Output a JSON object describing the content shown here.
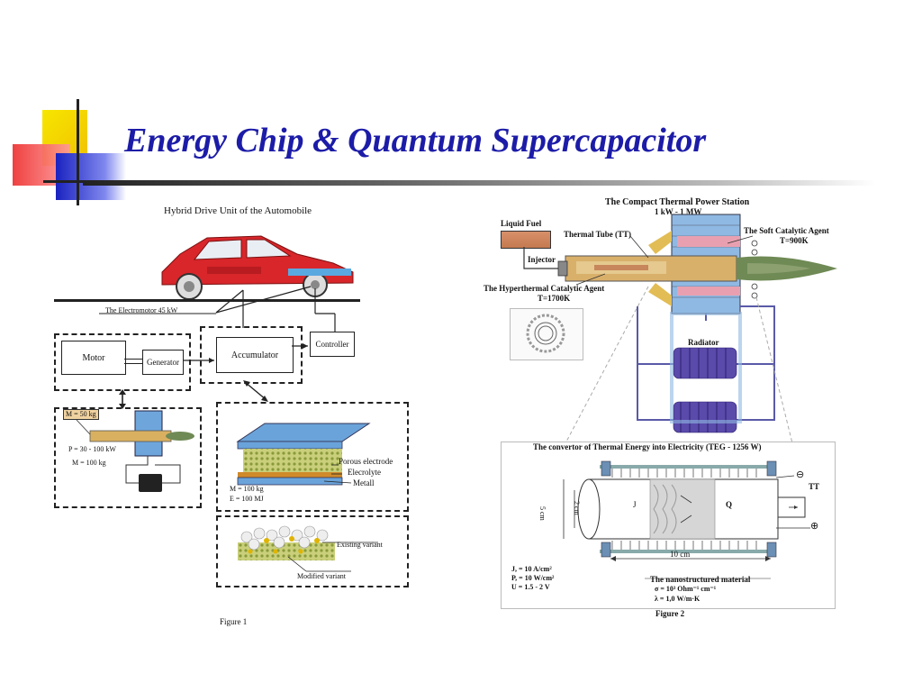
{
  "slide": {
    "title": "Energy Chip & Quantum Supercapacitor"
  },
  "figure1": {
    "heading": "Hybrid Drive Unit of the Automobile",
    "electromotor": "The Electromotor 45 kW",
    "motor": "Motor",
    "generator": "Generator",
    "accumulator": "Accumulator",
    "controller": "Controller",
    "mass_50": "M = 50 kg",
    "power": "P = 30 - 100 kW",
    "mass_100": "M = 100 kg",
    "porous_electrode": "Porous electrode",
    "electrolyte": "Elecrolyte",
    "metal": "Metall",
    "acc_mass": "M = 100 kg",
    "acc_energy": "E = 100 MJ",
    "existing_variant": "Existing variant",
    "modified_variant": "Modified variant",
    "caption": "Figure 1"
  },
  "figure2": {
    "heading_line1": "The Compact Thermal Power Station",
    "heading_line2": "1 kW - 1 MW",
    "liquid_fuel": "Liquid Fuel",
    "thermal_tube": "Thermal Tube (TT)",
    "injector": "Injector",
    "soft_agent": "The Soft Catalytic Agent",
    "soft_temp": "T=900K",
    "hyper_agent": "The Hyperthermal Catalytic Agent",
    "hyper_temp": "T=1700K",
    "radiator": "Radiator",
    "teg_heading": "The convertor of Thermal Energy into Electricity (TEG - 1256 W)",
    "dim_5cm": "5 cm",
    "dim_2cm": "2 cm",
    "j": "J",
    "q": "Q",
    "tt": "TT",
    "minus": "⊖",
    "plus": "⊕",
    "dim_10cm": "10 cm",
    "current_density": "J, = 10 A/cm²",
    "power_density": "P, = 10 W/cm²",
    "voltage": "U = 1.5 - 2 V",
    "material": "The nanostructured material",
    "sigma": "σ = 10³ Ohm⁻¹ cm⁻¹",
    "lambda": "λ = 1,0 W/m·K",
    "caption": "Figure 2"
  },
  "colors": {
    "title": "#1c1ca8",
    "logo_yellow": "#f5d400",
    "logo_red": "#ee2222",
    "logo_blue": "#2233cc",
    "radiator": "#5a4aaa",
    "flame": "#6f8a55"
  }
}
